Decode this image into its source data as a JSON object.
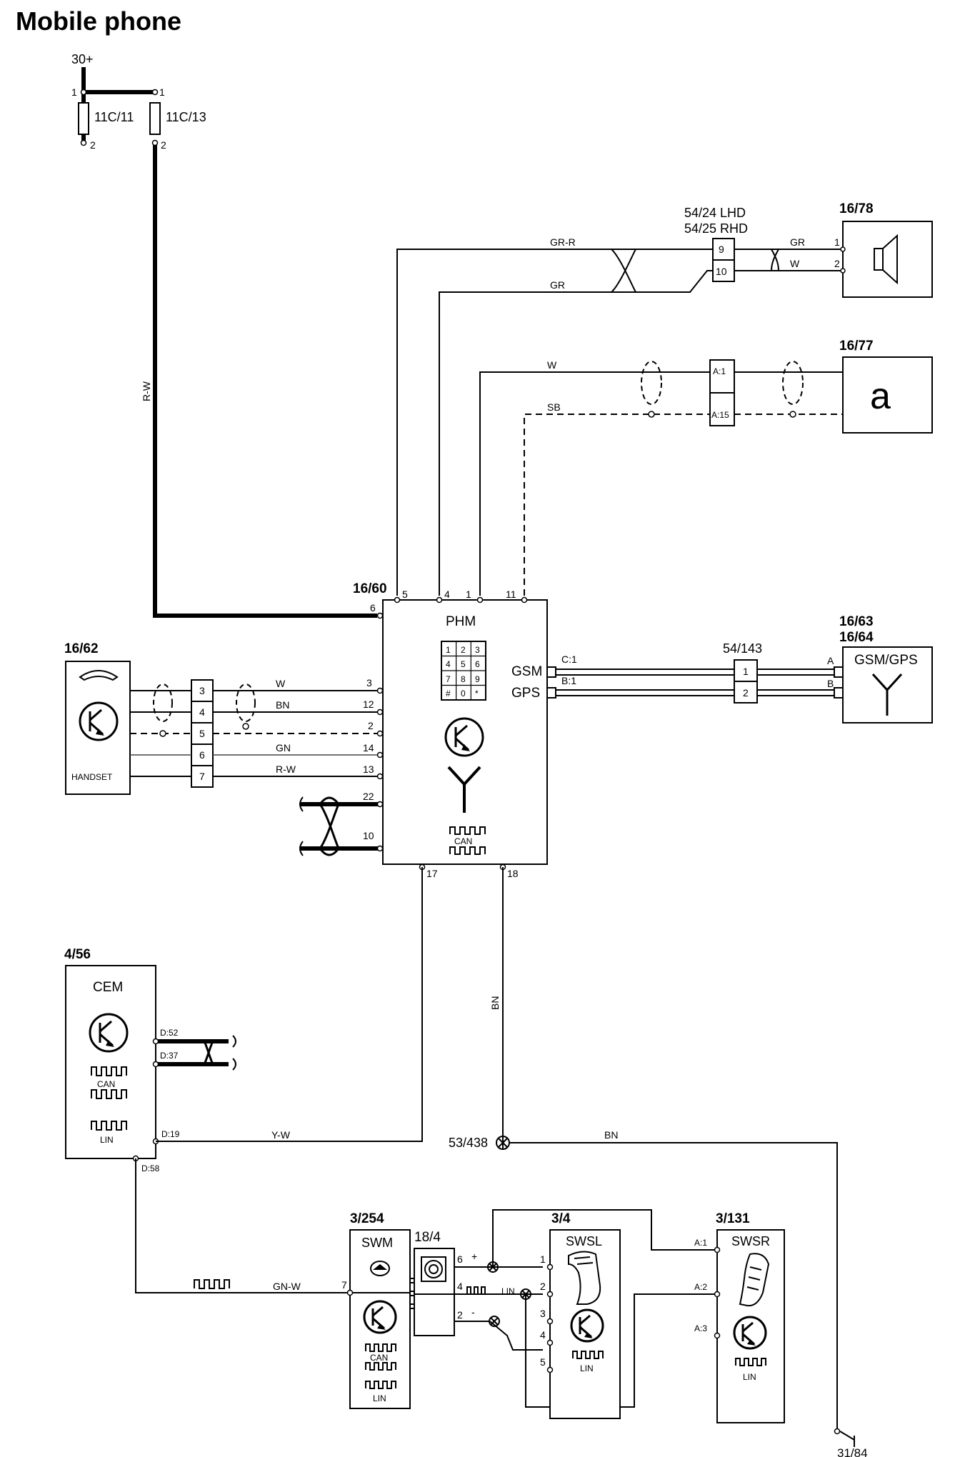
{
  "title": "Mobile phone",
  "supply": {
    "label": "30+",
    "fuse1": "11C/11",
    "fuse2": "11C/13",
    "pin1": "1",
    "pin2": "2",
    "wire": "R-W"
  },
  "speaker": {
    "id": "16/78",
    "connector_lhd": "54/24 LHD",
    "connector_rhd": "54/25 RHD",
    "pin_a": "9",
    "pin_b": "10",
    "wire_a_in": "GR-R",
    "wire_b_in": "GR",
    "wire_a_out": "GR",
    "wire_b_out": "W",
    "term_a": "1",
    "term_b": "2"
  },
  "mic": {
    "id": "16/77",
    "conn_a": "A:1",
    "conn_b": "A:15",
    "wire_a": "W",
    "wire_b": "SB"
  },
  "phm": {
    "id": "16/60",
    "label": "PHM",
    "gsm": "GSM",
    "gps": "GPS",
    "can": "CAN",
    "top_pins": [
      "5",
      "4",
      "1",
      "11"
    ],
    "left_pins": [
      "6",
      "3",
      "12",
      "2",
      "14",
      "13",
      "22",
      "10"
    ],
    "bottom_pins": [
      "17",
      "18"
    ],
    "right_pins": [
      "C:1",
      "B:1"
    ],
    "keypad": [
      "1",
      "2",
      "3",
      "4",
      "5",
      "6",
      "7",
      "8",
      "9",
      "#",
      "0",
      "*"
    ]
  },
  "antenna": {
    "id1": "16/63",
    "id2": "16/64",
    "label": "GSM/GPS",
    "connector": "54/143",
    "pin1": "1",
    "pin2": "2",
    "term_a": "A",
    "term_b": "B"
  },
  "handset": {
    "id": "16/62",
    "label": "HANDSET",
    "conn_pins": [
      "3",
      "4",
      "5",
      "6",
      "7"
    ],
    "wires": [
      "W",
      "BN",
      "GN",
      "R-W"
    ]
  },
  "cem": {
    "id": "4/56",
    "label": "CEM",
    "can": "CAN",
    "lin": "LIN",
    "pins": [
      "D:52",
      "D:37",
      "D:19",
      "D:58"
    ],
    "wire": "Y-W"
  },
  "ground": {
    "wire": "BN",
    "splice": "53/438",
    "wire2": "BN",
    "ground_point": "31/84"
  },
  "swm": {
    "id": "3/254",
    "label": "SWM",
    "can": "CAN",
    "lin": "LIN",
    "pin": "7",
    "wire": "GN-W"
  },
  "clock_spring": {
    "id": "18/4",
    "pins": [
      "6",
      "4",
      "2"
    ],
    "plus": "+",
    "minus": "-",
    "lin": "LIN"
  },
  "swsl": {
    "id": "3/4",
    "label": "SWSL",
    "lin": "LIN",
    "pins": [
      "1",
      "2",
      "3",
      "4",
      "5"
    ]
  },
  "swsr": {
    "id": "3/131",
    "label": "SWSR",
    "lin": "LIN",
    "pins": [
      "A:1",
      "A:2",
      "A:3"
    ]
  }
}
